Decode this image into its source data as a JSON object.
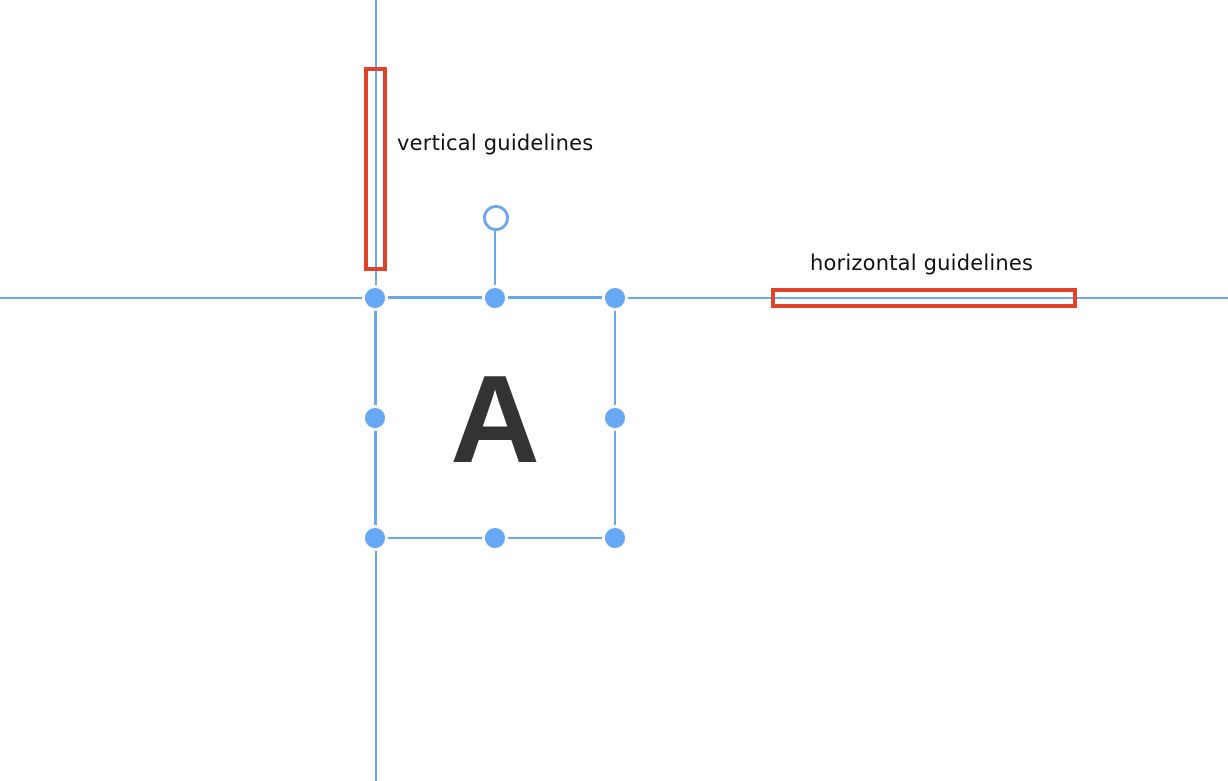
{
  "canvas": {
    "object_letter": "A"
  },
  "annotations": {
    "vertical_label": "vertical guidelines",
    "horizontal_label": "horizontal guidelines"
  },
  "icons": {
    "rotate_handle": "rotate-handle-icon",
    "resize_handle": "resize-handle-icon"
  },
  "colors": {
    "guideline": "#6aa8ee",
    "handle": "#66a8f4",
    "callout": "#e0432a",
    "letter": "#333333"
  }
}
